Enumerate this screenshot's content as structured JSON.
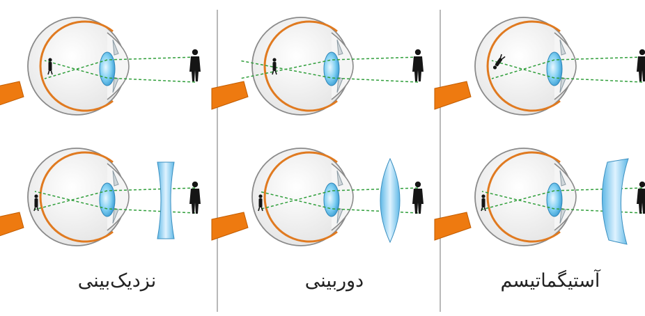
{
  "panels": [
    {
      "caption": "نزدیک‌بینی",
      "correction_lens": "concave"
    },
    {
      "caption": "دوربینی",
      "correction_lens": "convex"
    },
    {
      "caption": "آستیگماتیسم",
      "correction_lens": "meniscus"
    }
  ],
  "colors": {
    "background": "#ffffff",
    "divider": "#9a9a9a",
    "sclera": "#f0f0f0",
    "sclera_outline": "#8a8a8a",
    "retina": "#e07a20",
    "optic_nerve": "#ee7a10",
    "lens": "#6ec4ee",
    "light_ray": "#2f9e3a",
    "figure": "#151515"
  },
  "icons": [
    "eye-diagram",
    "person-silhouette",
    "inverted-image-figure",
    "corrective-lens"
  ]
}
